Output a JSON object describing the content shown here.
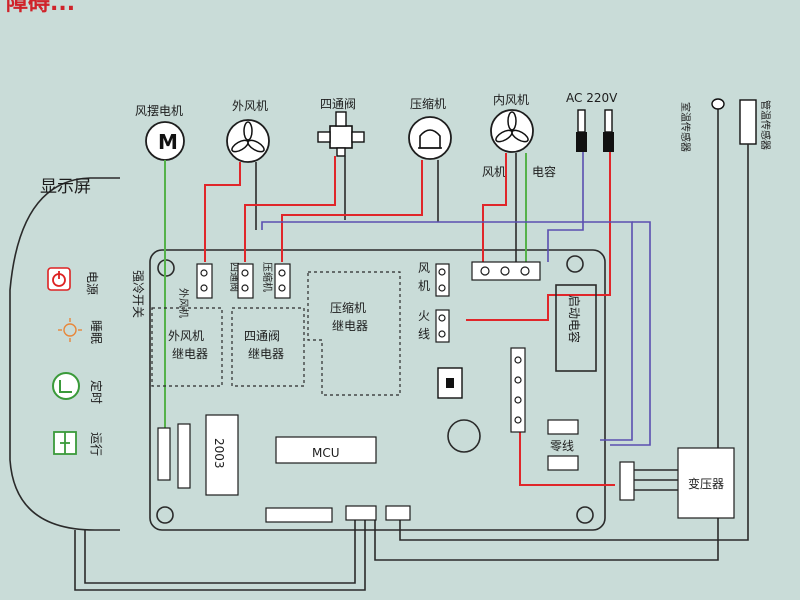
{
  "header_fragment": "障碍...",
  "components": {
    "swing_motor": "风摆电机",
    "swing_motor_letter": "M",
    "outdoor_fan": "外风机",
    "four_way_valve": "四通阀",
    "compressor": "压缩机",
    "indoor_fan": "内风机",
    "ac_supply": "AC 220V",
    "room_sensor": "室温传感器",
    "pipe_sensor": "管温传感器",
    "fan_tag": "风机",
    "capacitor_tag": "电容"
  },
  "display": {
    "title": "显示屏",
    "power": "电源",
    "sleep": "睡眠",
    "timer": "定时",
    "run": "运行",
    "switch": "强冷开关"
  },
  "board": {
    "term_outdoor_fan": "外风机",
    "term_four_way": "四通阀",
    "term_compressor": "压缩机",
    "relay_outdoor": [
      "外风机",
      "继电器"
    ],
    "relay_fourway": [
      "四通阀",
      "继电器"
    ],
    "relay_compressor": [
      "压缩机",
      "继电器"
    ],
    "fan_terminal": [
      "风",
      "机"
    ],
    "live_terminal": [
      "火",
      "线"
    ],
    "start_capacitor": "启动电容",
    "neutral": "零线",
    "chip_2003": "2003",
    "chip_mcu": "MCU",
    "transformer": "变压器"
  },
  "colors": {
    "background": "#c9dcd8",
    "wire_live": "#e0262a",
    "wire_neutral": "#5a4fb0",
    "wire_signal": "#55b24a"
  }
}
